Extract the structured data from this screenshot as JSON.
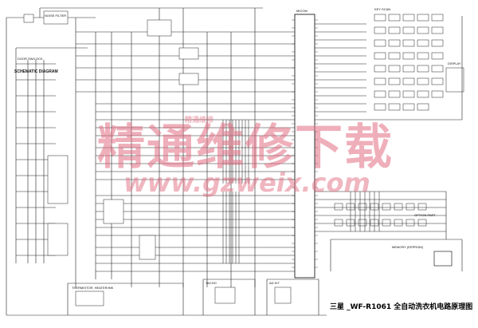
{
  "diagram": {
    "caption": "三星 _WF-R1061 全自动洗衣机电路原理图",
    "watermark": {
      "site_name": "精通维修下载",
      "url": "www.gzweix.com",
      "small": "精通维修"
    },
    "labels": {
      "schematic_title": "SCHEMATIC DIAGRAM",
      "noise_filter": "NOISE FILTER",
      "door_switch": "DOOR SW/LOCK",
      "thermistor_heater": "THERMISTOR, HEATER/INK",
      "tacho": "TACHO",
      "ad_kit": "AD KIT",
      "memory_eeprom": "MEMORY (EEPROM)",
      "option_part": "OPTION PART",
      "micom": "MICOM",
      "key_scan": "KEY SCAN",
      "display": "DISPLAY"
    }
  }
}
